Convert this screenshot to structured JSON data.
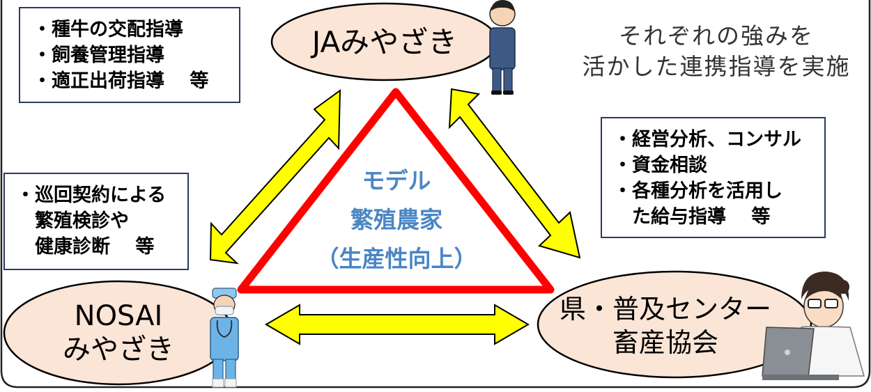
{
  "tagline": [
    "それぞれの強みを",
    "活かした連携指導を実施"
  ],
  "center": [
    "モデル",
    "繁殖農家",
    "（生産性向上）"
  ],
  "orgs": {
    "ja": "JAみやざき",
    "nosai": [
      "NOSAI",
      "みやざき"
    ],
    "pref": [
      "県・普及センター",
      "畜産協会"
    ]
  },
  "boxes": {
    "ja": [
      "・種牛の交配指導",
      "・飼養管理指導",
      "・適正出荷指導　 等"
    ],
    "nosai": [
      "・巡回契約による",
      "　繁殖検診や",
      "　健康診断　 等"
    ],
    "pref": [
      "・経営分析、コンサル",
      "・資金相談",
      "・各種分析を活用し",
      "　た給与指導　 等"
    ]
  },
  "colors": {
    "triangle_stroke": "#ff0000",
    "arrow_fill": "#ffff00",
    "ellipse_fill": "#fbe5d6",
    "center_text": "#4a86c5"
  }
}
